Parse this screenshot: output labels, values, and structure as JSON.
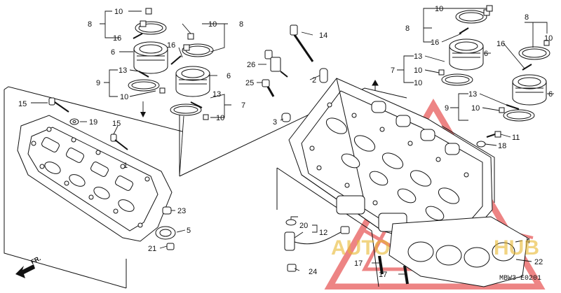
{
  "diagram": {
    "part_numbers": [
      "1",
      "2",
      "3",
      "4",
      "5",
      "6",
      "7",
      "8",
      "9",
      "10",
      "11",
      "12",
      "13",
      "14",
      "15",
      "16",
      "17",
      "18",
      "19",
      "20",
      "21",
      "22",
      "23",
      "24",
      "25",
      "26"
    ],
    "direction_label": "FR.",
    "diagram_code": "MBW3−E0201",
    "watermark": {
      "text_left": "AUTO",
      "text_right": "HUB",
      "color": "#e02020"
    },
    "line_color": "#111111"
  }
}
